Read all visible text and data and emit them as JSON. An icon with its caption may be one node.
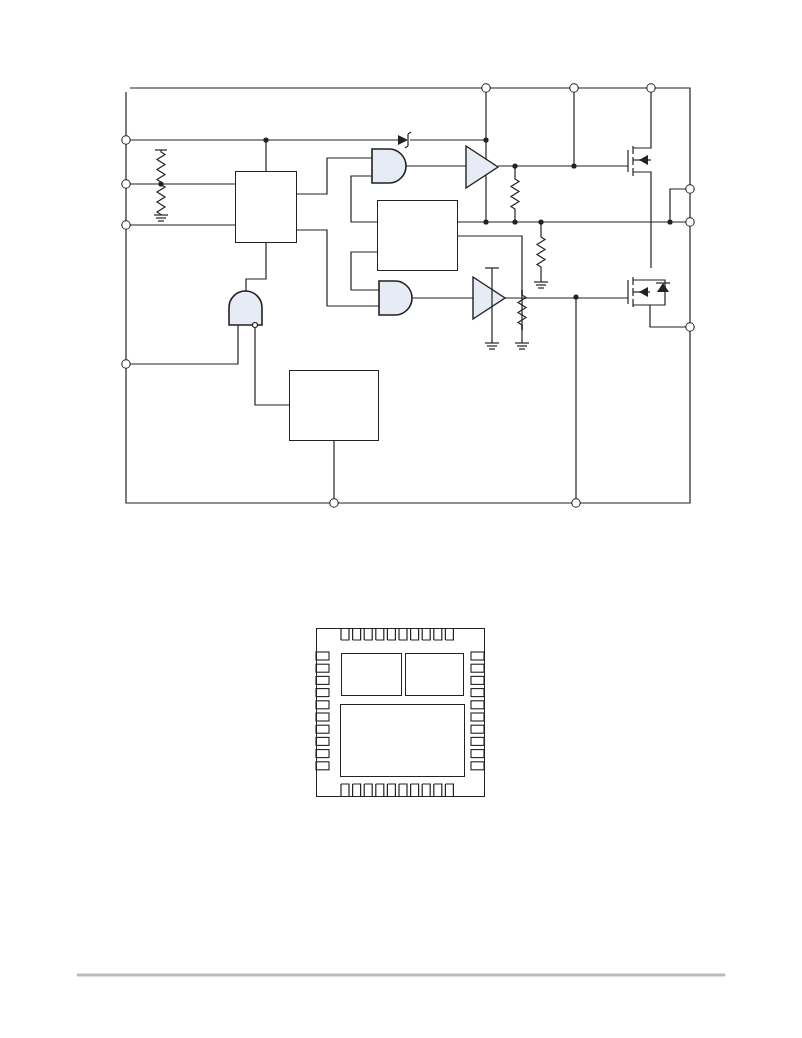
{
  "diagram": {
    "nodes": [
      {
        "text": [],
        "shape": "box"
      },
      {
        "text": [],
        "shape": "box"
      },
      {
        "text": [],
        "shape": "box"
      },
      {
        "text": [],
        "shape": "box"
      },
      {
        "text": [],
        "shape": "box",
        "in": 3
      },
      {
        "text": [],
        "shape": "box",
        "in": 3
      },
      {
        "text": [],
        "shape": "box",
        "in": 3
      }
    ]
  }
}
